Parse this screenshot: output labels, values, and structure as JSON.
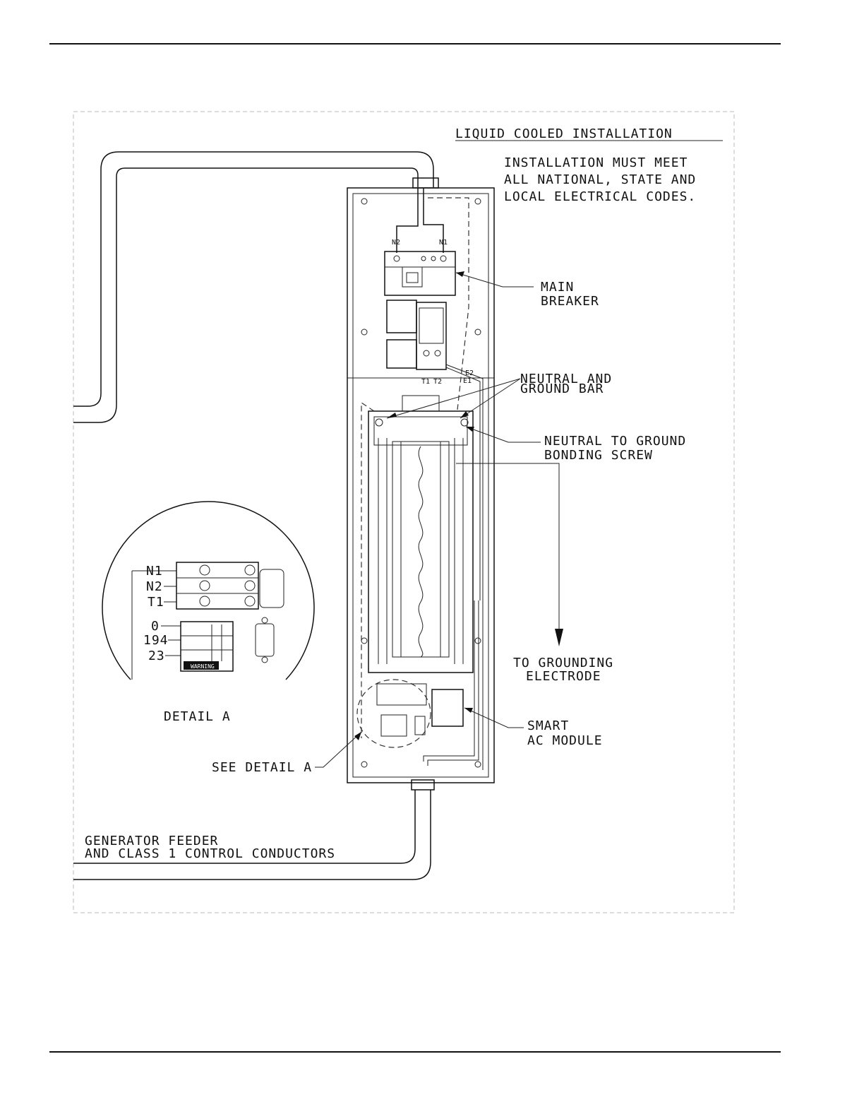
{
  "title": "LIQUID COOLED INSTALLATION",
  "codes_note": [
    "INSTALLATION MUST MEET",
    "ALL NATIONAL, STATE AND",
    "LOCAL ELECTRICAL CODES."
  ],
  "callouts": {
    "main_breaker": [
      "MAIN",
      "BREAKER"
    ],
    "neutral_ground_bar": [
      "NEUTRAL AND",
      "GROUND BAR"
    ],
    "bonding_screw": [
      "NEUTRAL TO GROUND",
      "BONDING SCREW"
    ],
    "grounding_electrode": [
      "TO GROUNDING",
      "ELECTRODE"
    ],
    "smart_ac_module": [
      "SMART",
      "AC MODULE"
    ],
    "see_detail": "SEE DETAIL A",
    "feeder": [
      "GENERATOR FEEDER",
      "AND CLASS 1 CONTROL CONDUCTORS"
    ]
  },
  "terminals": {
    "n2": "N2",
    "n1": "N1",
    "t1": "T1",
    "t2": "T2",
    "e2": "E2",
    "e1": "E1"
  },
  "detail": {
    "title": "DETAIL A",
    "labels": [
      "N1",
      "N2",
      "T1",
      "0",
      "194",
      "23"
    ],
    "warning": "WARNING"
  }
}
